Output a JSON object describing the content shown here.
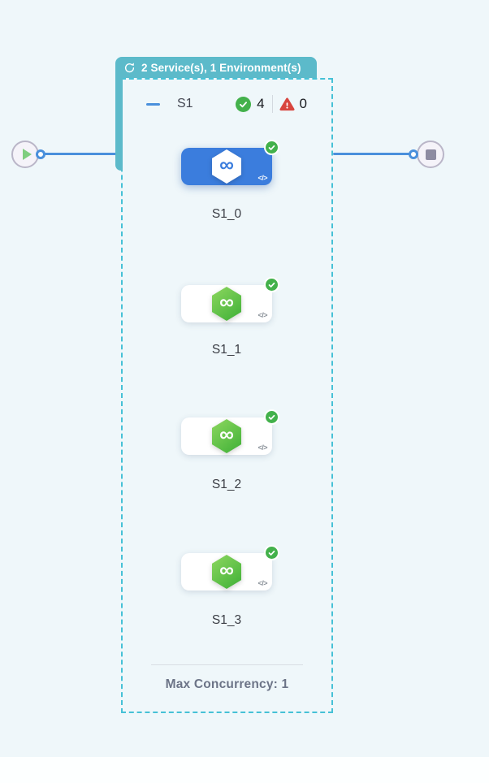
{
  "group_badge": {
    "label": "2 Service(s), 1 Environment(s)",
    "icon": "loop-icon"
  },
  "stage_header": {
    "name": "S1",
    "success_count": "4",
    "error_count": "0"
  },
  "nodes": [
    {
      "label": "S1_0",
      "selected": true,
      "status": "success",
      "icon": "service-hexagon-infinity"
    },
    {
      "label": "S1_1",
      "selected": false,
      "status": "success",
      "icon": "service-hexagon-infinity"
    },
    {
      "label": "S1_2",
      "selected": false,
      "status": "success",
      "icon": "service-hexagon-infinity"
    },
    {
      "label": "S1_3",
      "selected": false,
      "status": "success",
      "icon": "service-hexagon-infinity"
    },
    {
      "infinity_glyph": "∞",
      "code_glyph": "</>"
    }
  ],
  "footer": {
    "max_concurrency_label": "Max Concurrency: 1"
  },
  "terminals": {
    "start": "play-icon",
    "end": "stop-icon"
  },
  "colors": {
    "canvas_bg": "#EFF7FA",
    "badge_teal": "#5CBACA",
    "dashed_border_teal": "#46C1D6",
    "edge_blue": "#4A90DC",
    "selected_node_blue": "#3B7DDD",
    "service_green_light": "#85D35B",
    "service_green_dark": "#49B53C",
    "success_green": "#43B14B",
    "error_red": "#D8453E",
    "play_green": "#7FCE7F",
    "stop_gray": "#8D8BA1"
  }
}
